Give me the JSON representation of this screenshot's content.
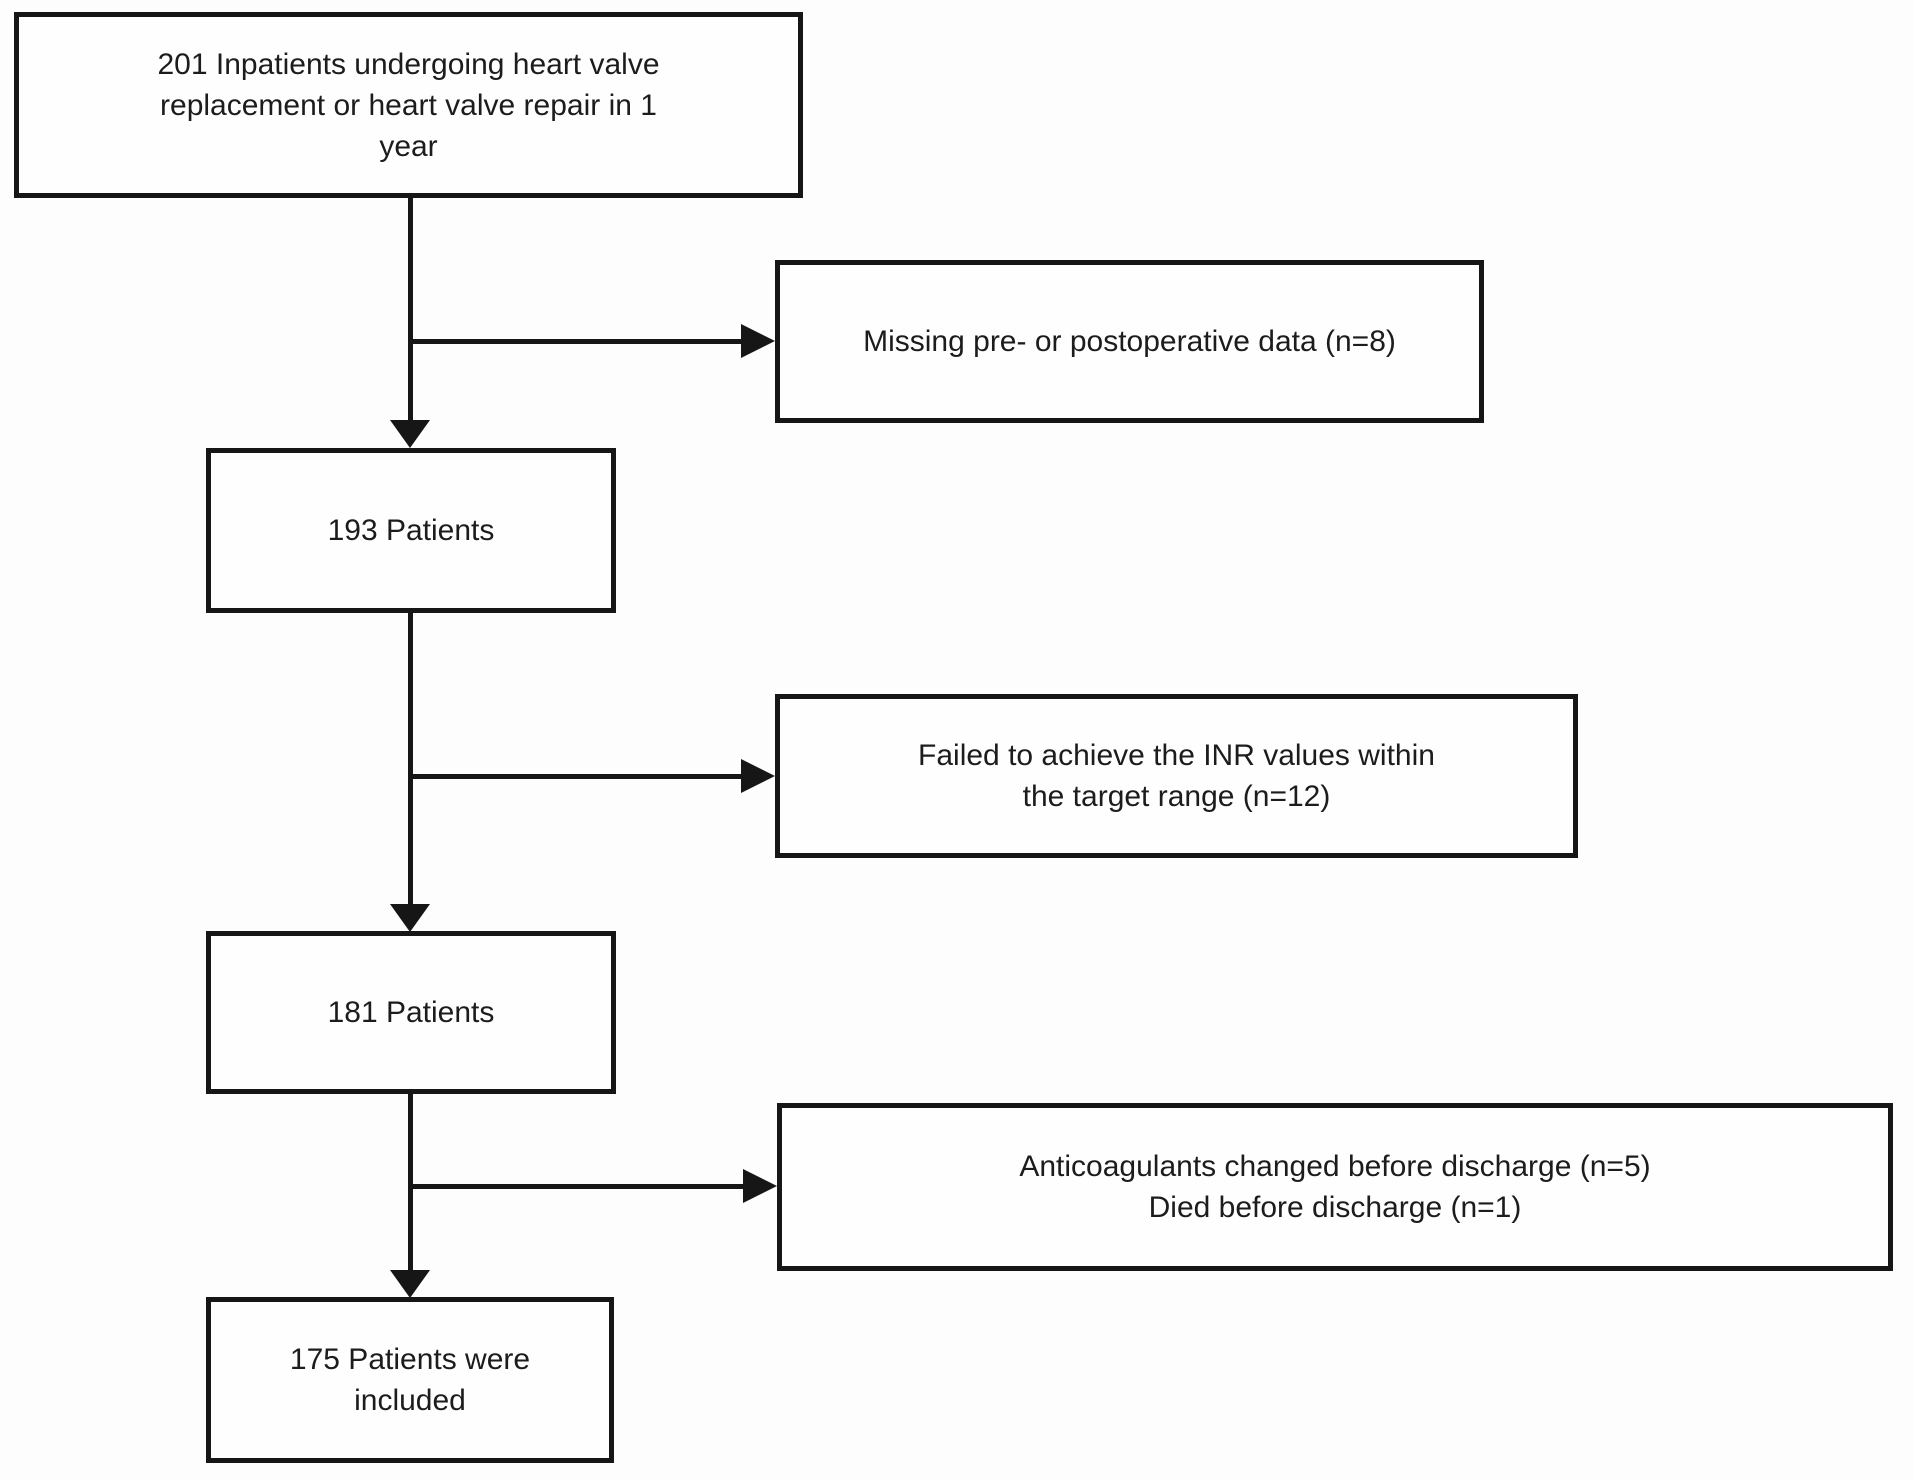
{
  "diagram": {
    "type": "flowchart",
    "description": "Patient inclusion flow diagram",
    "background_color": "#fdfdfd",
    "line_color": "#161616",
    "text_color": "#1c1c1c",
    "flow_boxes": [
      {
        "id": "enrolled",
        "count": 201,
        "text": "201 Inpatients undergoing heart valve\nreplacement or heart valve repair in 1\nyear"
      },
      {
        "id": "after-exclusion-1",
        "count": 193,
        "text": "193 Patients"
      },
      {
        "id": "after-exclusion-2",
        "count": 181,
        "text": "181 Patients"
      },
      {
        "id": "included",
        "count": 175,
        "text": "175 Patients were\nincluded"
      }
    ],
    "exclusion_boxes": [
      {
        "id": "missing-data",
        "n": 8,
        "text": "Missing pre- or postoperative data (n=8)"
      },
      {
        "id": "failed-inr",
        "n": 12,
        "text": "Failed to achieve the INR values within\nthe target range (n=12)"
      },
      {
        "id": "changed-or-died",
        "n_values": [
          5,
          1
        ],
        "text": "Anticoagulants changed before discharge (n=5)\nDied before discharge (n=1)"
      }
    ]
  }
}
